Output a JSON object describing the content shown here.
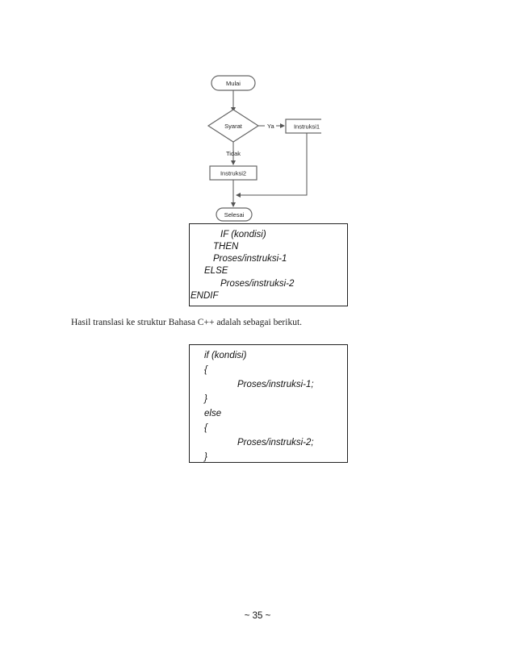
{
  "flowchart": {
    "start": "Mulai",
    "condition": "Syarat",
    "yes_label": "Ya",
    "no_label": "Tidak",
    "instr1": "Instruksi1",
    "instr2": "Instruksi2",
    "end": "Selesai"
  },
  "pseudocode": [
    "IF (kondisi)",
    "THEN",
    "Proses/instruksi-1",
    "ELSE",
    "Proses/instruksi-2",
    "ENDIF"
  ],
  "caption": "Hasil translasi ke struktur Bahasa C++ adalah sebagai berikut.",
  "cpp_code": [
    "if (kondisi)",
    "{",
    "Proses/instruksi-1;",
    "}",
    "else",
    "{",
    "Proses/instruksi-2;",
    "}"
  ],
  "page_number": "~ 35 ~"
}
